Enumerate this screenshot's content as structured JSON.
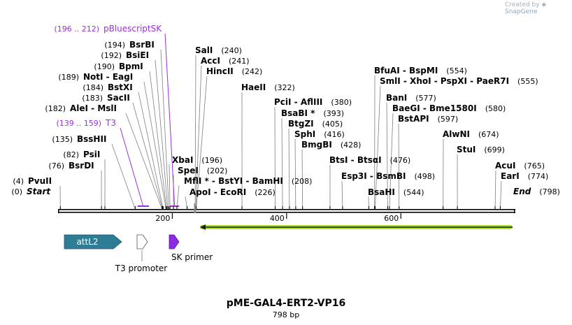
{
  "app": {
    "watermark_prefix": "Created by",
    "watermark_brand": "SnapGene"
  },
  "map": {
    "name": "pME-GAL4-ERT2-VP16",
    "size_label": "798 bp",
    "length": 798,
    "colors": {
      "backbone": "#000000",
      "enzyme_line": "#7f7f7f",
      "primer_color": "#9b30d9",
      "attl2_fill": "#2e7d94",
      "sk_primer_fill": "#8a2be2",
      "orf_arrow": "#1f1f1f",
      "orf_glow": "#a6e22e"
    },
    "ruler_ticks": [
      {
        "pos": 200,
        "label": "200"
      },
      {
        "pos": 400,
        "label": "400"
      },
      {
        "pos": 600,
        "label": "600"
      }
    ],
    "sites": [
      {
        "name": "Start",
        "pos": 0,
        "pos_label": "(0)",
        "italic": true
      },
      {
        "name": "PvuII",
        "pos": 4,
        "pos_label": "(4)"
      },
      {
        "name": "BsrDI",
        "pos": 76,
        "pos_label": "(76)"
      },
      {
        "name": "PsiI",
        "pos": 82,
        "pos_label": "(82)"
      },
      {
        "name": "BssHII",
        "pos": 135,
        "pos_label": "(135)"
      },
      {
        "name": "AleI - MslI",
        "pos": 182,
        "pos_label": "(182)"
      },
      {
        "name": "SacII",
        "pos": 183,
        "pos_label": "(183)"
      },
      {
        "name": "BstXI",
        "pos": 184,
        "pos_label": "(184)"
      },
      {
        "name": "NotI - EagI",
        "pos": 189,
        "pos_label": "(189)"
      },
      {
        "name": "BpmI",
        "pos": 190,
        "pos_label": "(190)"
      },
      {
        "name": "BsiEI",
        "pos": 192,
        "pos_label": "(192)"
      },
      {
        "name": "BsrBI",
        "pos": 194,
        "pos_label": "(194)"
      },
      {
        "name": "XbaI",
        "pos": 196,
        "pos_label": "(196)"
      },
      {
        "name": "SpeI",
        "pos": 202,
        "pos_label": "(202)"
      },
      {
        "name": "MflI * - BstYI - BamHI",
        "pos": 208,
        "pos_label": "(208)"
      },
      {
        "name": "ApoI - EcoRI",
        "pos": 226,
        "pos_label": "(226)"
      },
      {
        "name": "SalI",
        "pos": 240,
        "pos_label": "(240)"
      },
      {
        "name": "AccI",
        "pos": 241,
        "pos_label": "(241)"
      },
      {
        "name": "HincII",
        "pos": 242,
        "pos_label": "(242)"
      },
      {
        "name": "HaeII",
        "pos": 322,
        "pos_label": "(322)"
      },
      {
        "name": "PciI - AflIII",
        "pos": 380,
        "pos_label": "(380)"
      },
      {
        "name": "BsaBI *",
        "pos": 393,
        "pos_label": "(393)"
      },
      {
        "name": "BtgZI",
        "pos": 405,
        "pos_label": "(405)"
      },
      {
        "name": "SphI",
        "pos": 416,
        "pos_label": "(416)"
      },
      {
        "name": "BmgBI",
        "pos": 428,
        "pos_label": "(428)"
      },
      {
        "name": "BtsI - BtsαI",
        "pos": 476,
        "pos_label": "(476)"
      },
      {
        "name": "Esp3I - BsmBI",
        "pos": 498,
        "pos_label": "(498)"
      },
      {
        "name": "BsaHI",
        "pos": 544,
        "pos_label": "(544)"
      },
      {
        "name": "BfuAI - BspMI",
        "pos": 554,
        "pos_label": "(554)"
      },
      {
        "name": "SmlI - XhoI - PspXI - PaeR7I",
        "pos": 555,
        "pos_label": "(555)"
      },
      {
        "name": "BanI",
        "pos": 577,
        "pos_label": "(577)"
      },
      {
        "name": "BaeGI - Bme1580I",
        "pos": 580,
        "pos_label": "(580)"
      },
      {
        "name": "BstAPI",
        "pos": 597,
        "pos_label": "(597)"
      },
      {
        "name": "AlwNI",
        "pos": 674,
        "pos_label": "(674)"
      },
      {
        "name": "StuI",
        "pos": 699,
        "pos_label": "(699)"
      },
      {
        "name": "AcuI",
        "pos": 765,
        "pos_label": "(765)"
      },
      {
        "name": "EarI",
        "pos": 774,
        "pos_label": "(774)"
      },
      {
        "name": "End",
        "pos": 798,
        "pos_label": "(798)",
        "italic": true
      }
    ],
    "primer_labels": [
      {
        "name": "pBluescriptSK",
        "range_label": "(196 .. 212)",
        "start": 196,
        "end": 212
      },
      {
        "name": "T3",
        "range_label": "(139 .. 159)",
        "start": 139,
        "end": 159
      }
    ],
    "features": [
      {
        "name": "attL2",
        "type": "arrow-box",
        "start": 1,
        "end": 110
      },
      {
        "name": "T3 promoter",
        "type": "open-arrow",
        "start": 139,
        "end": 159
      },
      {
        "name": "SK primer",
        "type": "primer-arrow",
        "start": 196,
        "end": 212
      }
    ],
    "orf": {
      "start": 246,
      "end": 798,
      "direction": "reverse"
    }
  }
}
